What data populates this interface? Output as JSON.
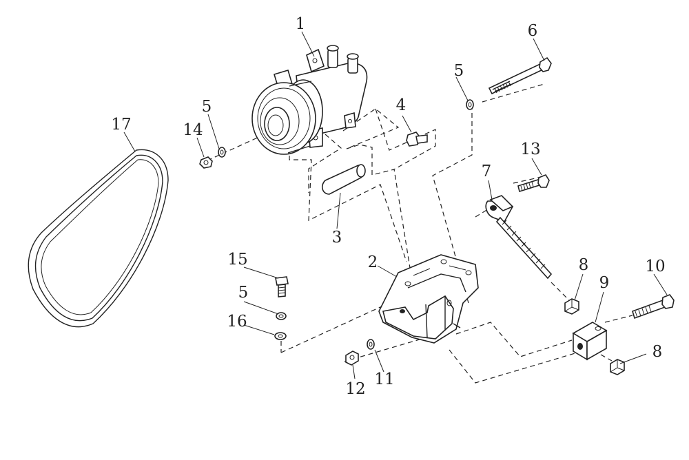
{
  "diagram": {
    "labels": {
      "l1": "1",
      "l2": "2",
      "l3": "3",
      "l4": "4",
      "l5a": "5",
      "l5b": "5",
      "l5c": "5",
      "l6": "6",
      "l7": "7",
      "l8a": "8",
      "l8b": "8",
      "l9": "9",
      "l10": "10",
      "l11": "11",
      "l12": "12",
      "l13": "13",
      "l14": "14",
      "l15": "15",
      "l16": "16",
      "l17": "17"
    }
  }
}
